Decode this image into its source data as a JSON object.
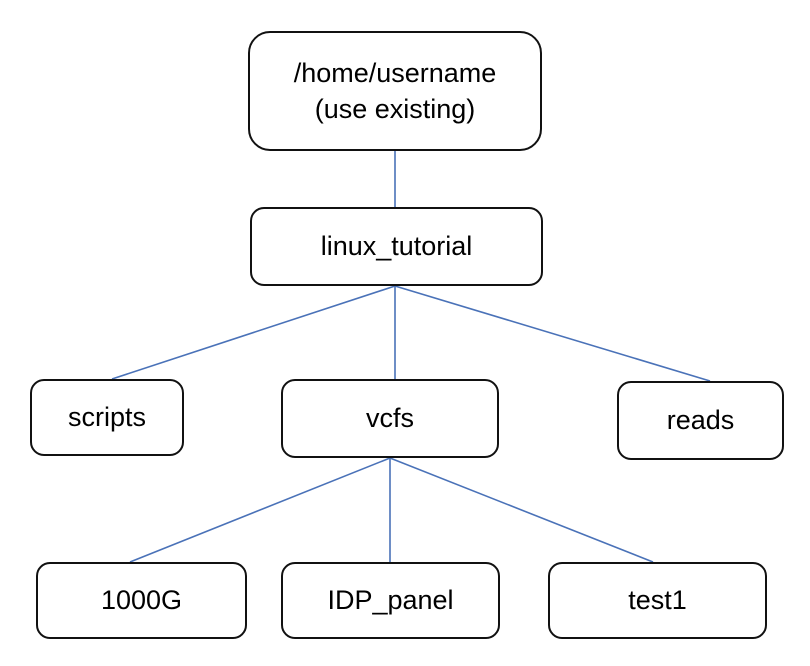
{
  "diagram": {
    "root": {
      "line1": "/home/username",
      "line2": "(use existing)"
    },
    "level1": {
      "label": "linux_tutorial"
    },
    "level2": {
      "scripts": "scripts",
      "vcfs": "vcfs",
      "reads": "reads"
    },
    "level3": {
      "g1000": "1000G",
      "idp_panel": "IDP_panel",
      "test1": "test1"
    }
  },
  "colors": {
    "connector": "#4a72b8",
    "box_border": "#111111",
    "box_fill": "#ffffff",
    "text": "#000000"
  }
}
